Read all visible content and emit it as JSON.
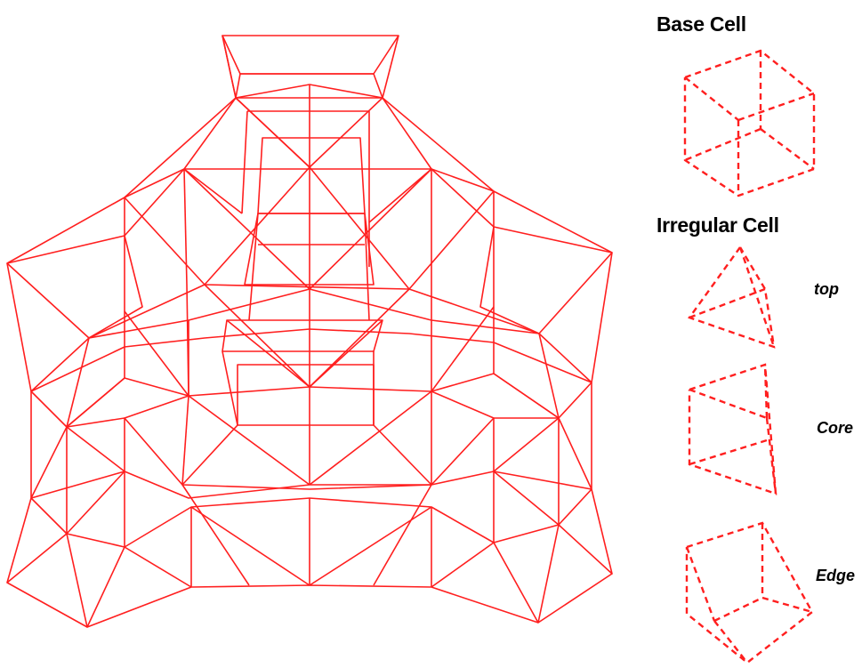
{
  "headings": {
    "base_cell": "Base Cell",
    "irregular_cell": "Irregular Cell"
  },
  "cell_labels": {
    "top": "top",
    "core": "Core",
    "edge": "Edge"
  },
  "colors": {
    "stroke": "#ff1f1f",
    "text": "#000000",
    "background": "#ffffff"
  }
}
